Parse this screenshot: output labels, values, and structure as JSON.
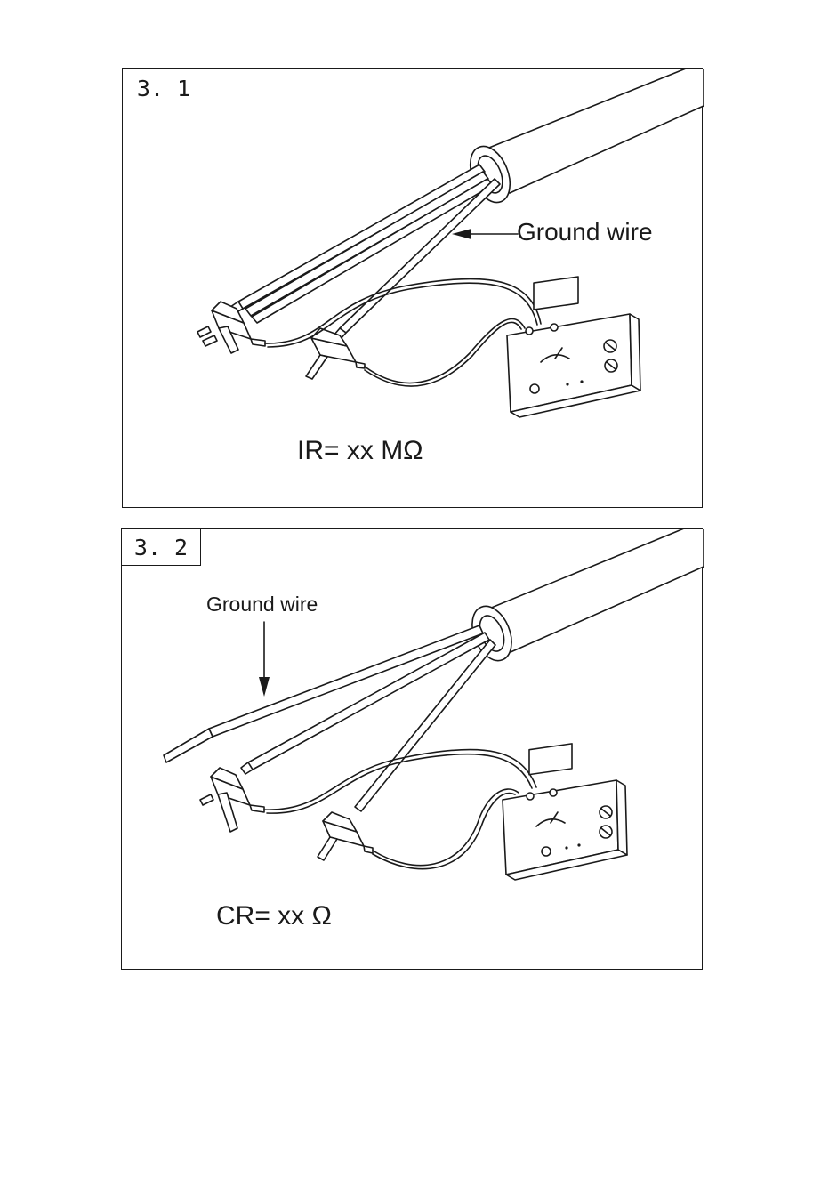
{
  "panels": [
    {
      "tag": "3. 1",
      "ground_wire_label": "Ground wire",
      "formula": "IR= xx MΩ"
    },
    {
      "tag": "3. 2",
      "ground_wire_label": "Ground wire",
      "formula": "CR= xx Ω"
    }
  ]
}
